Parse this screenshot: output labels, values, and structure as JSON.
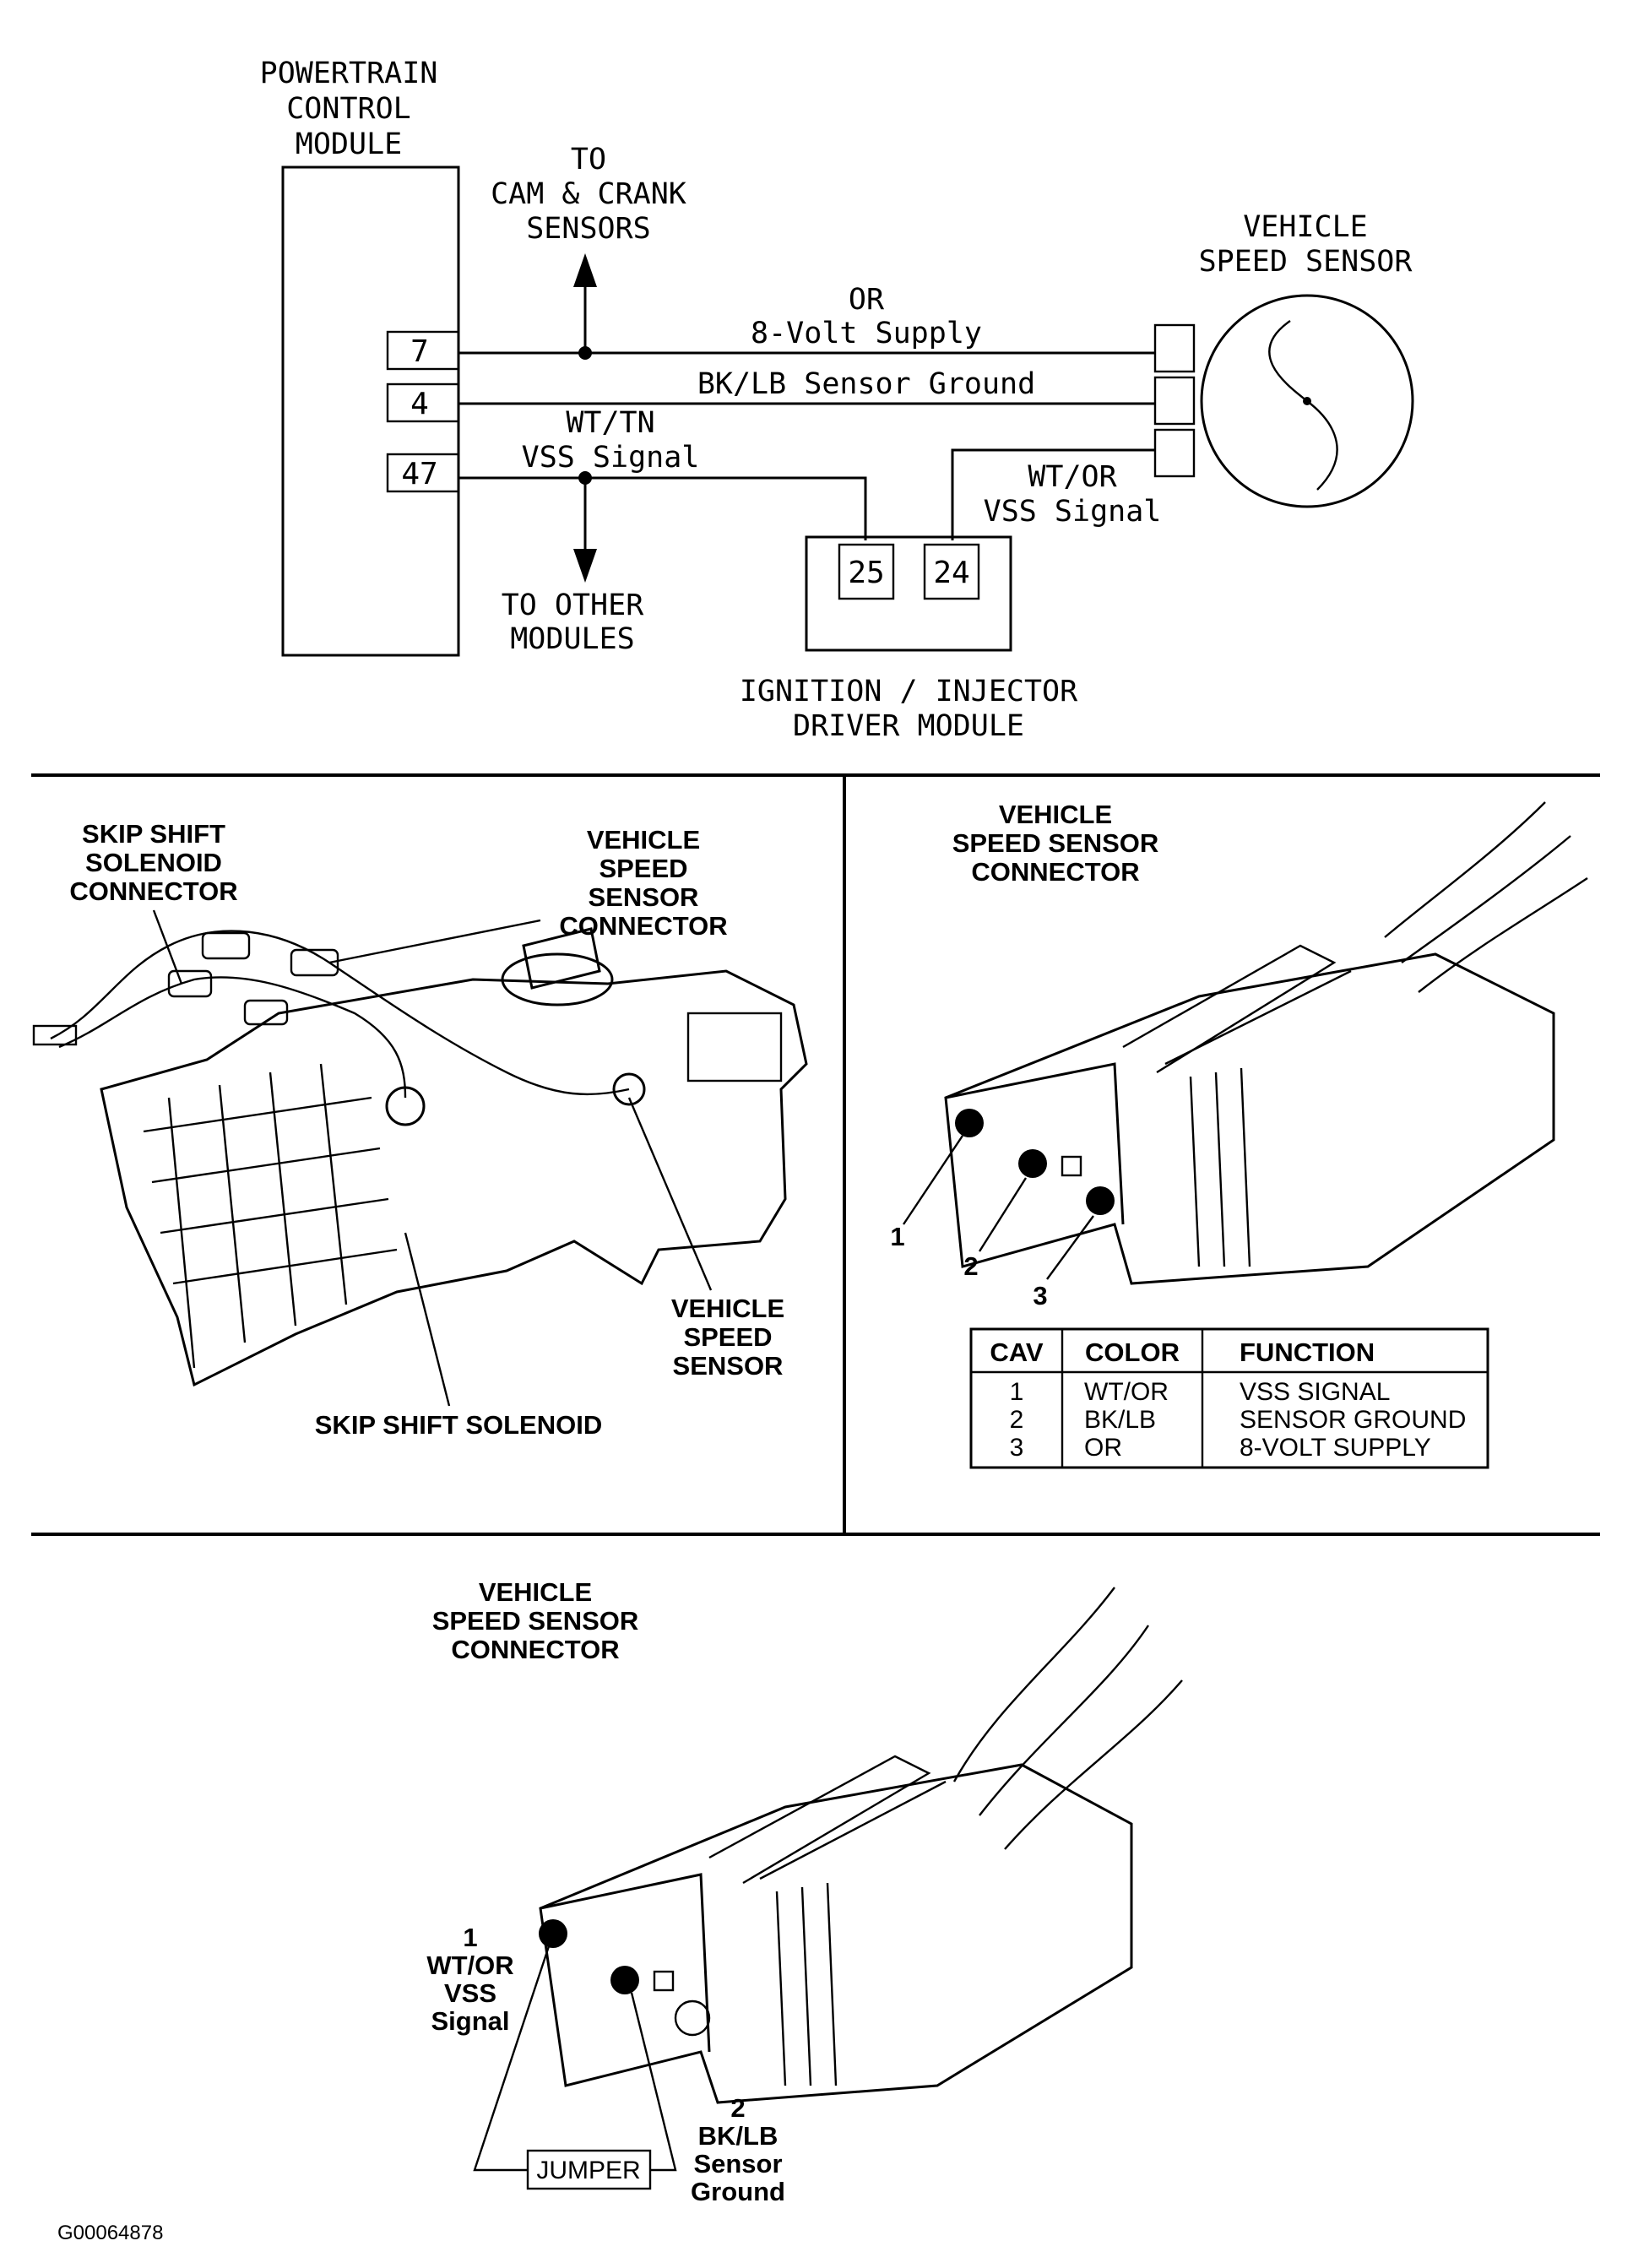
{
  "schematic": {
    "pcm_label": [
      "POWERTRAIN",
      "CONTROL",
      "MODULE"
    ],
    "pcm_pins": [
      "7",
      "4",
      "47"
    ],
    "to_cam_label": [
      "TO",
      "CAM & CRANK",
      "SENSORS"
    ],
    "to_other_label": [
      "TO OTHER",
      "MODULES"
    ],
    "vss_label": [
      "VEHICLE",
      "SPEED SENSOR"
    ],
    "wire_or": [
      "OR",
      "8-Volt Supply"
    ],
    "wire_bklb": "BK/LB Sensor Ground",
    "wire_wttn": [
      "WT/TN",
      "VSS Signal"
    ],
    "wire_wtor": [
      "WT/OR",
      "VSS Signal"
    ],
    "idm_pins": [
      "25",
      "24"
    ],
    "idm_label": [
      "IGNITION / INJECTOR",
      "DRIVER MODULE"
    ]
  },
  "transmission": {
    "skip_connector": [
      "SKIP SHIFT",
      "SOLENOID",
      "CONNECTOR"
    ],
    "vss_connector": [
      "VEHICLE",
      "SPEED",
      "SENSOR",
      "CONNECTOR"
    ],
    "vss_sensor": [
      "VEHICLE",
      "SPEED",
      "SENSOR"
    ],
    "skip_solenoid": "SKIP SHIFT SOLENOID"
  },
  "connector_view": {
    "title": [
      "VEHICLE",
      "SPEED SENSOR",
      "CONNECTOR"
    ],
    "cavities": [
      "1",
      "2",
      "3"
    ],
    "table": {
      "headers": [
        "CAV",
        "COLOR",
        "FUNCTION"
      ],
      "rows": [
        [
          "1",
          "WT/OR",
          "VSS SIGNAL"
        ],
        [
          "2",
          "BK/LB",
          "SENSOR GROUND"
        ],
        [
          "3",
          "OR",
          "8-VOLT SUPPLY"
        ]
      ]
    }
  },
  "jumper_view": {
    "title": [
      "VEHICLE",
      "SPEED SENSOR",
      "CONNECTOR"
    ],
    "cav1_label": [
      "1",
      "WT/OR",
      "VSS",
      "Signal"
    ],
    "cav2_label": [
      "2",
      "BK/LB",
      "Sensor",
      "Ground"
    ],
    "jumper": "JUMPER"
  },
  "figure_id": "G00064878"
}
